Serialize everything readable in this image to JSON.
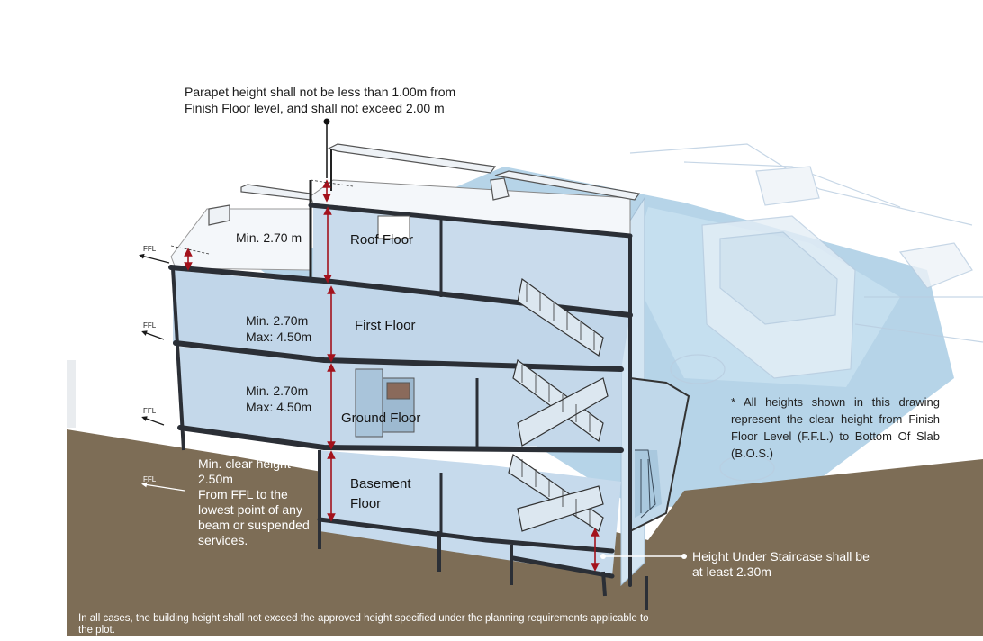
{
  "parapet_note": [
    "Parapet height shall not be less than 1.00m from",
    "Finish Floor level, and shall not exceed 2.00 m"
  ],
  "roof_min": "Min. 2.70 m",
  "floors": {
    "roof": "Roof Floor",
    "first": "First Floor",
    "ground": "Ground Floor",
    "basement": [
      "Basement",
      "Floor"
    ]
  },
  "first_heights": [
    "Min. 2.70m",
    "Max: 4.50m"
  ],
  "ground_heights": [
    "Min. 2.70m",
    "Max: 4.50m"
  ],
  "basement_note": [
    "Min. clear height",
    "2.50m",
    "From FFL to the",
    "lowest point of any",
    "beam or suspended",
    "services."
  ],
  "ffl_label": "FFL",
  "heights_note": "* All heights shown in this drawing represent the clear height from Finish Floor Level (F.F.L.) to Bottom Of Slab (B.O.S.)",
  "staircase_note": [
    "Height Under Staircase shall be",
    "at least 2.30m"
  ],
  "footer": "In all cases, the building height shall not exceed the approved height specified under the planning requirements applicable to the plot.",
  "colors": {
    "ground": "#7d6d56",
    "interior": "#c9dbec",
    "slab": "#2b2f36",
    "shadow": "#a7cbe3",
    "arrow": "#a3121c"
  }
}
